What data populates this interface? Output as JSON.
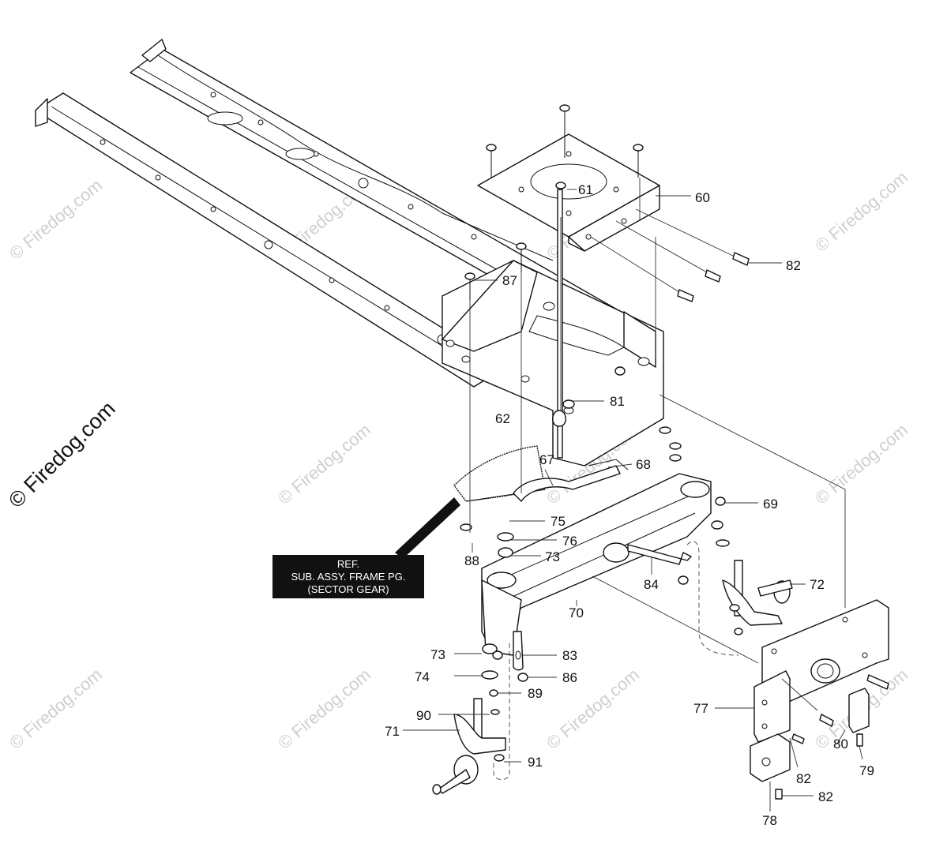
{
  "watermark": {
    "main": "© Firedog.com",
    "tile": "© Firedog.com"
  },
  "reference_note": {
    "line1": "REF.",
    "line2": "SUB. ASSY. FRAME PG.",
    "line3": "(SECTOR GEAR)"
  },
  "callouts": {
    "c60": "60",
    "c61": "61",
    "c62": "62",
    "c67": "67",
    "c68": "68",
    "c69": "69",
    "c70": "70",
    "c71": "71",
    "c72": "72",
    "c73a": "73",
    "c73b": "73",
    "c74": "74",
    "c75": "75",
    "c76": "76",
    "c77": "77",
    "c78": "78",
    "c79": "79",
    "c80": "80",
    "c81": "81",
    "c82a": "82",
    "c82b": "82",
    "c82c": "82",
    "c83": "83",
    "c84": "84",
    "c86": "86",
    "c87": "87",
    "c88": "88",
    "c89": "89",
    "c90": "90",
    "c91": "91"
  }
}
